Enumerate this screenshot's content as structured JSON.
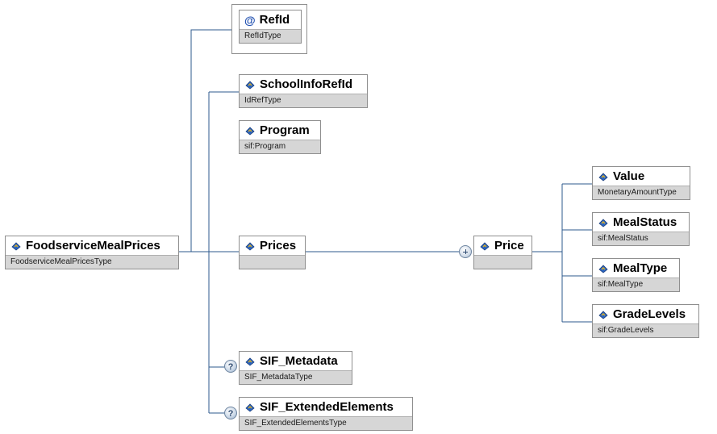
{
  "diagram": {
    "root": {
      "name": "FoodserviceMealPrices",
      "type": "FoodserviceMealPricesType"
    },
    "attribute": {
      "symbol": "@",
      "name": "RefId",
      "type": "RefIdType"
    },
    "children": [
      {
        "name": "SchoolInfoRefId",
        "type": "IdRefType",
        "optional": false
      },
      {
        "name": "Program",
        "type": "sif:Program",
        "optional": false
      },
      {
        "name": "Prices",
        "type": "",
        "optional": false
      },
      {
        "name": "SIF_Metadata",
        "type": "SIF_MetadataType",
        "optional": true
      },
      {
        "name": "SIF_ExtendedElements",
        "type": "SIF_ExtendedElementsType",
        "optional": true
      }
    ],
    "price": {
      "name": "Price",
      "type": "",
      "repeatable_marker": "+"
    },
    "price_children": [
      {
        "name": "Value",
        "type": "MonetaryAmountType"
      },
      {
        "name": "MealStatus",
        "type": "sif:MealStatus"
      },
      {
        "name": "MealType",
        "type": "sif:MealType"
      },
      {
        "name": "GradeLevels",
        "type": "sif:GradeLevels"
      }
    ],
    "optional_marker": "?",
    "colors": {
      "line": "#2d5a8e",
      "border": "#8f8f8f",
      "type_band": "#d6d6d6",
      "attr_icon": "#1f4fb0"
    }
  }
}
